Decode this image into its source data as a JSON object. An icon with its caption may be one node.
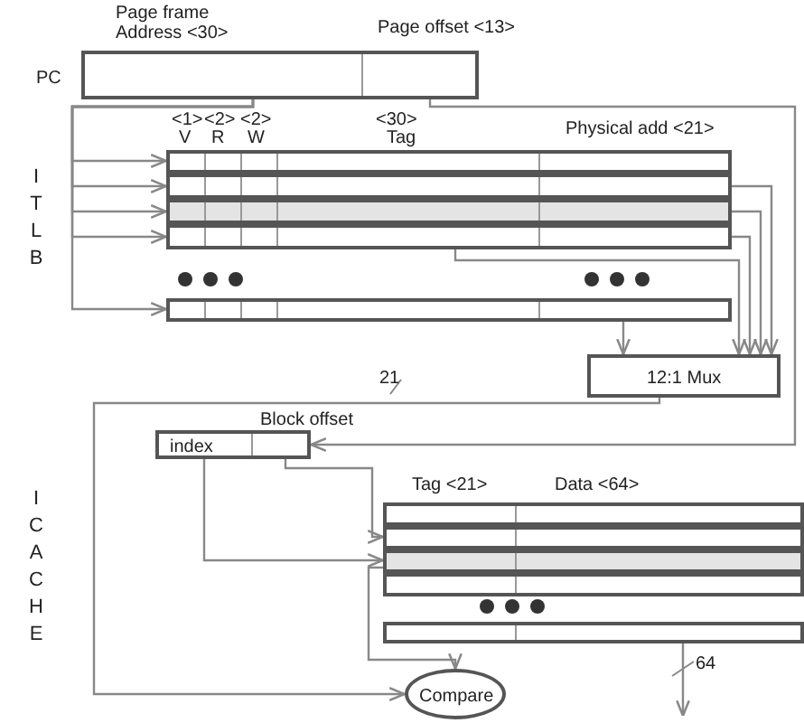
{
  "diagram": {
    "nodes": [
      {
        "text": [
          "Page frame Address <30>",
          "Page offset <13>"
        ],
        "beside": [
          "PC"
        ]
      },
      {
        "text": [
          "<1>",
          "<2>",
          "<2>",
          "V",
          "R",
          "W",
          "<30>",
          "Tag",
          "Physical add <21>"
        ]
      },
      {
        "text": [],
        "shape": "bar",
        "in": 1
      },
      {
        "text": [],
        "shape": "bar",
        "in": 1
      },
      {
        "text": [],
        "shape": "bar",
        "in": 1
      },
      {
        "text": [],
        "shape": "bar",
        "in": 1
      },
      {
        "text": [],
        "shape": "bar",
        "in": 1
      },
      {
        "text": [
          "12:1 Mux"
        ]
      },
      {
        "text": [
          "index"
        ],
        "beside": [
          "Block offset"
        ]
      },
      {
        "text": [
          "Tag <21>",
          "Data <64>"
        ]
      },
      {
        "text": [],
        "shape": "bar",
        "in": 9
      },
      {
        "text": [],
        "shape": "bar",
        "in": 9
      },
      {
        "text": [],
        "shape": "bar",
        "in": 9
      },
      {
        "text": [],
        "shape": "bar",
        "in": 9
      },
      {
        "text": [],
        "shape": "bar",
        "in": 9
      },
      {
        "text": [
          "Compare"
        ]
      }
    ],
    "edges": [
      {
        "from": 0,
        "to": 2,
        "arrow": "to"
      },
      {
        "from": 0,
        "to": 3,
        "arrow": "to"
      },
      {
        "from": 0,
        "to": 4,
        "arrow": "to"
      },
      {
        "from": 0,
        "to": 5,
        "arrow": "to"
      },
      {
        "from": 0,
        "to": 6,
        "arrow": "to"
      },
      {
        "from": 0,
        "to": 8,
        "arrow": "to"
      },
      {
        "from": 3,
        "to": 7,
        "arrow": "to"
      },
      {
        "from": 4,
        "to": 7,
        "arrow": "to"
      },
      {
        "from": 5,
        "to": 7,
        "arrow": "to"
      },
      {
        "from": 5,
        "to": 7,
        "arrow": "to"
      },
      {
        "from": 6,
        "to": 7,
        "arrow": "to"
      },
      {
        "from": 7,
        "to": 15,
        "arrow": "to",
        "label": "21"
      },
      {
        "from": 8,
        "to": 12,
        "arrow": "to"
      },
      {
        "from": 8,
        "to": 11,
        "arrow": "to"
      },
      {
        "from": 12,
        "to": 15,
        "arrow": "to"
      },
      {
        "from": 14,
        "to": null,
        "arrow": "to",
        "label": "64"
      }
    ],
    "labels": [
      "ITLB",
      "ICACHE"
    ]
  }
}
